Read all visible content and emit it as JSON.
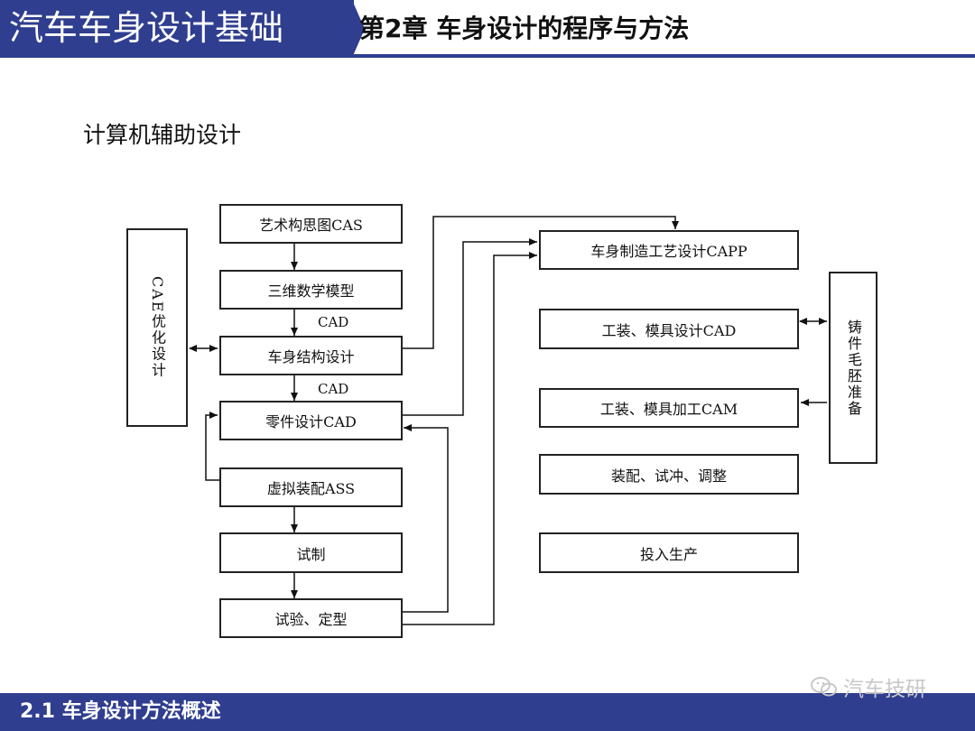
{
  "header": {
    "course_title": "汽车车身设计基础",
    "chapter_title": "第2章  车身设计的程序与方法"
  },
  "subtitle": "计算机辅助设计",
  "diagram": {
    "left_column": [
      "艺术构思图CAS",
      "三维数学模型",
      "车身结构设计",
      "零件设计CAD",
      "虚拟装配ASS",
      "试制",
      "试验、定型"
    ],
    "cad_labels": [
      "CAD",
      "CAD"
    ],
    "cae_box": "CAE优化设计",
    "right_column": [
      "车身制造工艺设计CAPP",
      "工装、模具设计CAD",
      "工装、模具加工CAM",
      "装配、试冲、调整",
      "投入生产"
    ],
    "casting_box": "铸件毛胚准备"
  },
  "footer": {
    "section": "2.1  车身设计方法概述"
  },
  "watermark": {
    "text": "汽车技研",
    "icon": "wechat-icon"
  },
  "colors": {
    "brand_blue": "#2f3e8f"
  }
}
